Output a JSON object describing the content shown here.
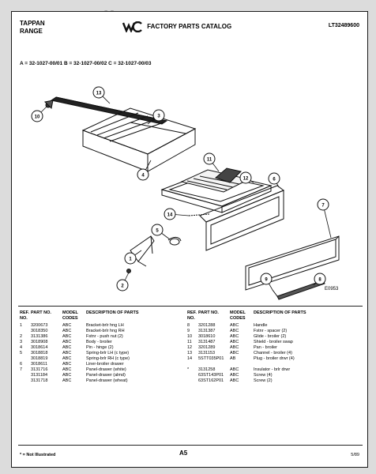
{
  "watermark": "AppliancePartsPros.com",
  "header": {
    "brand_line1": "TAPPAN",
    "brand_line2": "RANGE",
    "catalog_title": "FACTORY PARTS CATALOG",
    "model": "LT32489600"
  },
  "model_codes": "A = 32-1027-00/01     B = 32-1027-00/02     C = 32-1027-00/03",
  "diagram_code": "E0953",
  "callouts": [
    "13",
    "10",
    "3",
    "4",
    "11",
    "12",
    "6",
    "7",
    "14",
    "5",
    "1",
    "2",
    "9",
    "8"
  ],
  "table": {
    "headers": {
      "ref": "REF. NO.",
      "part": "PART NO.",
      "model": "MODEL CODES",
      "desc": "DESCRIPTION OF PARTS"
    },
    "left_rows": [
      {
        "ref": "1",
        "part": "3200673",
        "model": "ABC",
        "desc": "Bracket-brlr hng LH"
      },
      {
        "ref": "",
        "part": "3018350",
        "model": "ABC",
        "desc": "Bracket-brlr hng RH"
      },
      {
        "ref": "2",
        "part": "3131386",
        "model": "ABC",
        "desc": "Fstnr - push nut (2)"
      },
      {
        "ref": "3",
        "part": "3018908",
        "model": "ABC",
        "desc": "Body - broiler"
      },
      {
        "ref": "4",
        "part": "3018614",
        "model": "ABC",
        "desc": "Pin - hinge (2)"
      },
      {
        "ref": "5",
        "part": "3018818",
        "model": "ABC",
        "desc": "Spring-brlr LH (c type)"
      },
      {
        "ref": "",
        "part": "3018819",
        "model": "ABC",
        "desc": "Spring-brlr RH (c type)"
      },
      {
        "ref": "6",
        "part": "3018611",
        "model": "ABC",
        "desc": "Liner-broiler drawer"
      },
      {
        "ref": "7",
        "part": "3131716",
        "model": "ABC",
        "desc": "Panel-drawer (white)"
      },
      {
        "ref": "",
        "part": "3131184",
        "model": "ABC",
        "desc": "Panel-drawer (almd)"
      },
      {
        "ref": "",
        "part": "3131718",
        "model": "ABC",
        "desc": "Panel-drawer (wheat)"
      }
    ],
    "right_rows": [
      {
        "ref": "8",
        "part": "3201288",
        "model": "ABC",
        "desc": "Handle"
      },
      {
        "ref": "9",
        "part": "3131387",
        "model": "ABC",
        "desc": "Fstnr - spacer (2)"
      },
      {
        "ref": "10",
        "part": "3018610",
        "model": "ABC",
        "desc": "Glide - broiler (2)"
      },
      {
        "ref": "11",
        "part": "3131487",
        "model": "ABC",
        "desc": "Shield - broiler swap"
      },
      {
        "ref": "12",
        "part": "3201289",
        "model": "ABC",
        "desc": "Pan - broiler"
      },
      {
        "ref": "13",
        "part": "3131153",
        "model": "ABC",
        "desc": "Channel - broiler (4)"
      },
      {
        "ref": "14",
        "part": "5STT035P01",
        "model": "AB",
        "desc": "Plug - broiler drwr (4)"
      },
      {
        "ref": "",
        "part": "",
        "model": "",
        "desc": ""
      },
      {
        "ref": "*",
        "part": "3131258",
        "model": "ABC",
        "desc": "Insulator - brlr drwr"
      },
      {
        "ref": "",
        "part": "63ST143P01",
        "model": "ABC",
        "desc": "Screw (4)"
      },
      {
        "ref": "",
        "part": "63ST162P01",
        "model": "ABC",
        "desc": "Screw (2)"
      }
    ]
  },
  "footer": {
    "note": "* = Not Illustrated",
    "page": "A5",
    "date": "5/89"
  }
}
